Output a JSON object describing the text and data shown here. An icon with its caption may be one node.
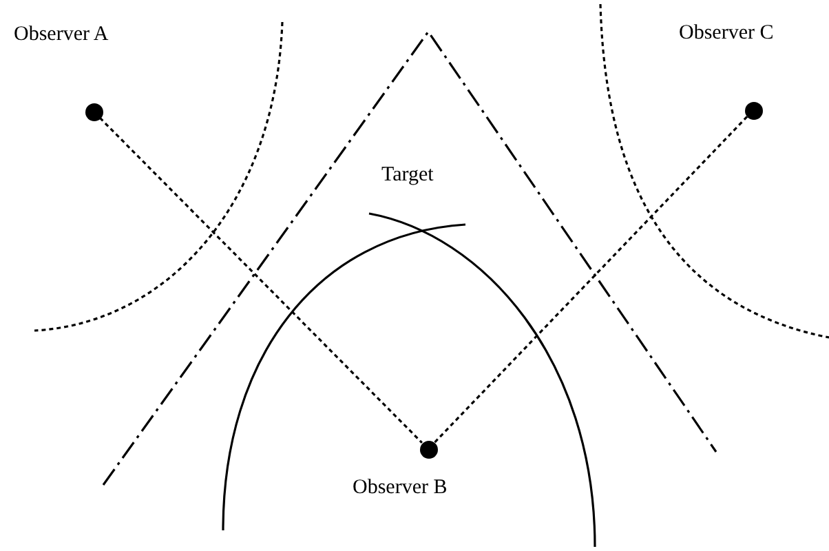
{
  "diagram": {
    "nodes": [
      {
        "text": [],
        "shape": "circle",
        "beside": [
          "Observer A"
        ]
      },
      {
        "text": [],
        "shape": "circle",
        "beside": [
          "Observer B"
        ]
      },
      {
        "text": [],
        "shape": "circle",
        "beside": [
          "Observer C"
        ]
      }
    ],
    "edges": [
      {
        "from": 0,
        "to": 1,
        "arrow": "none",
        "style": "dashed"
      },
      {
        "from": 2,
        "to": 1,
        "arrow": "none",
        "style": "dashed"
      }
    ],
    "labels": [
      "Target"
    ]
  }
}
